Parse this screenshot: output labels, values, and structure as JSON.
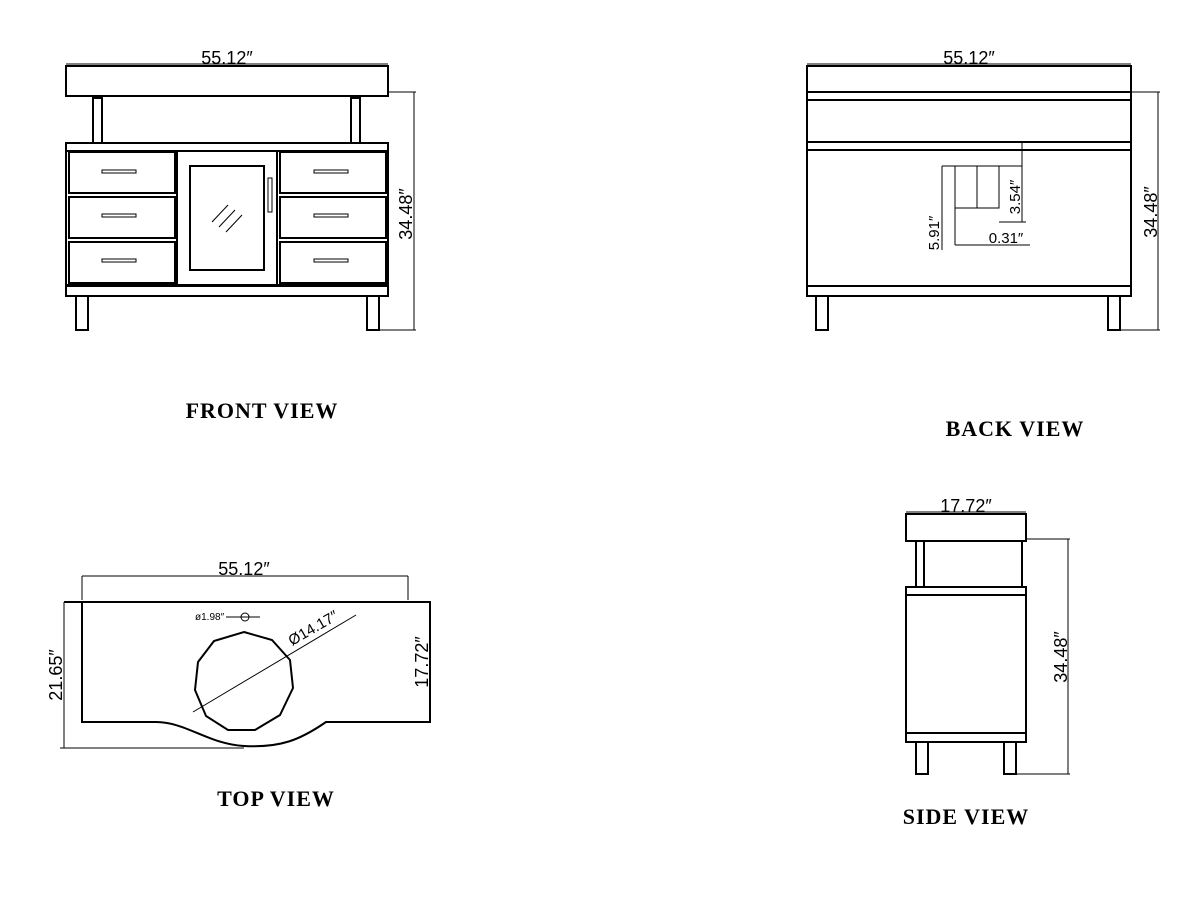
{
  "front": {
    "title": "FRONT VIEW",
    "width": "55.12″",
    "height": "34.48″"
  },
  "back": {
    "title": "BACK VIEW",
    "width": "55.12″",
    "height": "34.48″",
    "cutout_height": "3.54″",
    "cutout_offset": "5.91″",
    "cutout_gap": "0.31″"
  },
  "top": {
    "title": "TOP VIEW",
    "width": "55.12″",
    "depth_left": "21.65″",
    "depth_right": "17.72″",
    "bowl_diameter": "Ø14.17″",
    "drain_diameter": "ø1.98″"
  },
  "side": {
    "title": "SIDE VIEW",
    "depth": "17.72″",
    "height": "34.48″"
  }
}
